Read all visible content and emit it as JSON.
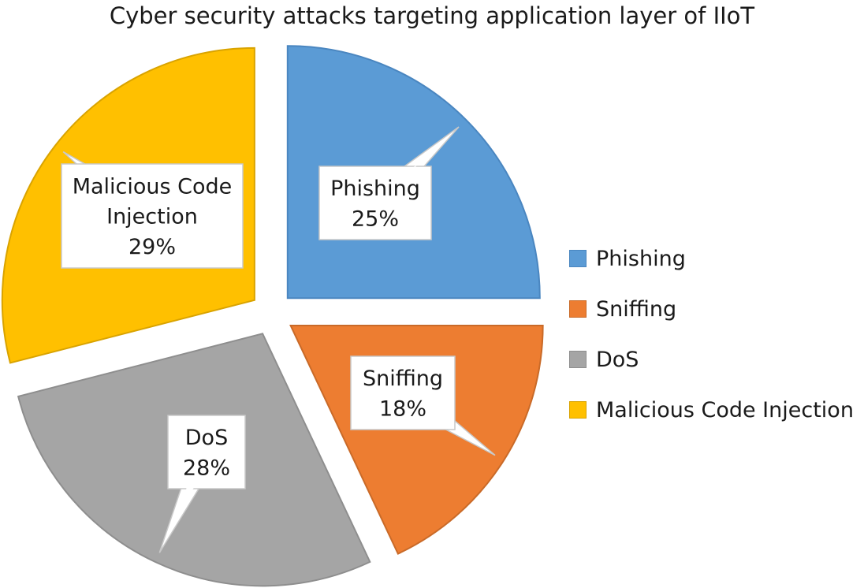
{
  "chart_data": {
    "type": "pie",
    "title": "Cyber security attacks targeting application layer of IIoT",
    "categories": [
      "Phishing",
      "Sniffing",
      "DoS",
      "Malicious Code Injection"
    ],
    "values": [
      25,
      18,
      28,
      29
    ],
    "unit": "%",
    "data_labels": [
      [
        "Phishing",
        "25%"
      ],
      [
        "Sniffing",
        "18%"
      ],
      [
        "DoS",
        "28%"
      ],
      [
        "Malicious Code",
        "Injection",
        "29%"
      ]
    ],
    "colors": [
      "#5B9BD5",
      "#ED7D31",
      "#A5A5A5",
      "#FFC000"
    ],
    "slice_border_colors": [
      "#4A86C0",
      "#C96A28",
      "#8E8E8E",
      "#D9A300"
    ],
    "exploded": true,
    "start_angle": "12 o'clock",
    "direction": "clockwise",
    "legend_position": "right"
  }
}
